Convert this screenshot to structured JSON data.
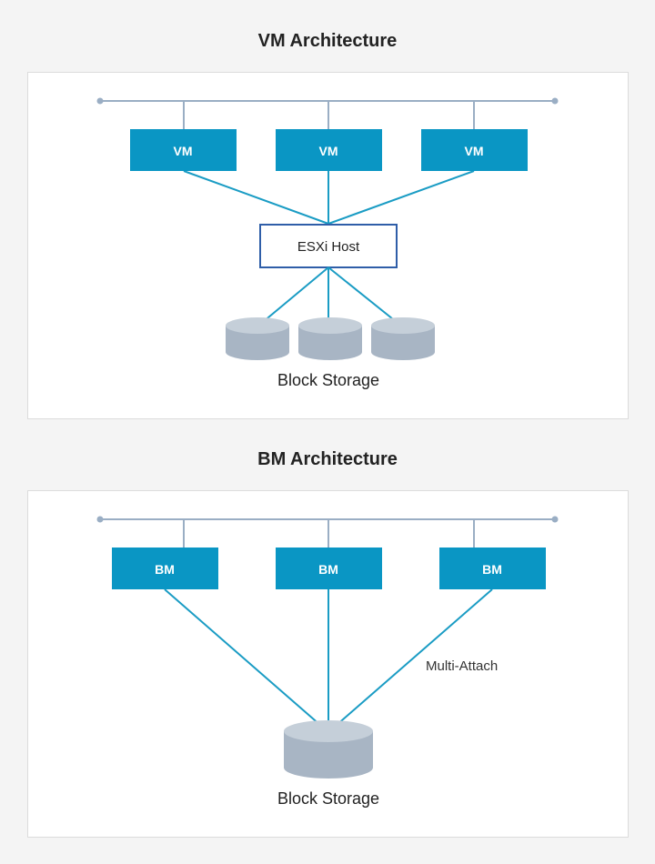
{
  "vm_section": {
    "title": "VM Architecture",
    "nodes": [
      "VM",
      "VM",
      "VM"
    ],
    "host_label": "ESXi Host",
    "storage_label": "Block Storage"
  },
  "bm_section": {
    "title": "BM Architecture",
    "nodes": [
      "BM",
      "BM",
      "BM"
    ],
    "attach_label": "Multi-Attach",
    "storage_label": "Block Storage"
  },
  "colors": {
    "node_fill": "#0a96c4",
    "link_line": "#1a9cc4",
    "bus_line": "#9aaec4",
    "host_border": "#2f5ea8",
    "storage_fill": "#a8b5c4",
    "storage_top": "#c5cfd9"
  }
}
